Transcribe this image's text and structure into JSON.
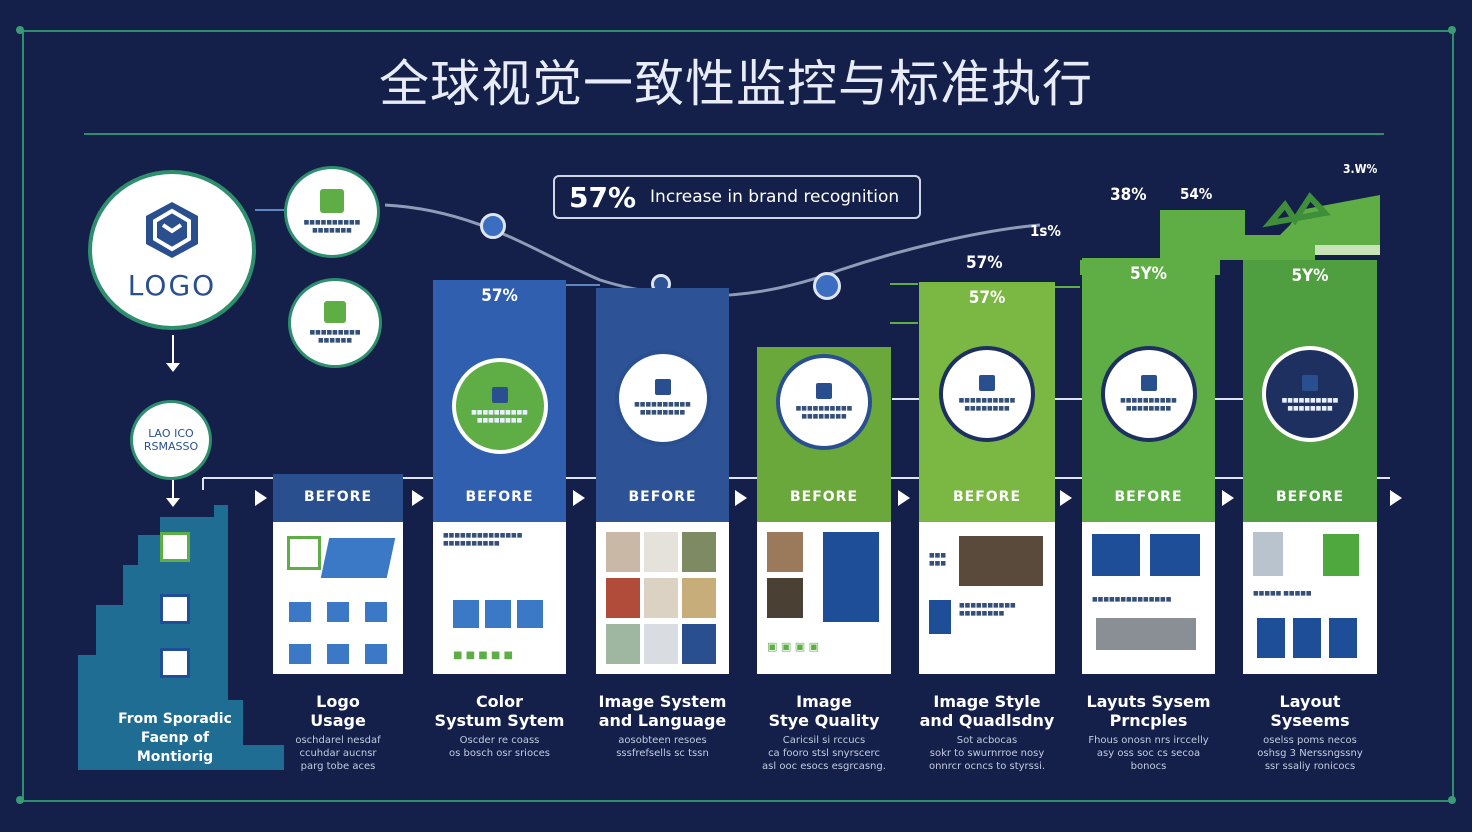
{
  "title": "全球视觉一致性监控与标准执行",
  "callout": {
    "percent": "57%",
    "text": "Increase in brand recognition"
  },
  "logo": {
    "label": "LOGO",
    "small_circle_text": "LАO ICO\nRSMASSO"
  },
  "curve_labels": {
    "top_right": "3.W%",
    "p38": "38%",
    "p54": "54%",
    "p15": "1s%",
    "p57": "57%"
  },
  "start_label": "From Sporadic\nFaenp of\nMontiorig",
  "columns": [
    {
      "before": "BEFORE",
      "percent": "",
      "label": "Logo\nUsage",
      "desc": "oschdarel nesdaf\nccuhdar aucnsr\nparg tobe aces",
      "color": "#2a4f8f"
    },
    {
      "before": "BEFORE",
      "percent": "57%",
      "label": "Color\nSystum Sytem",
      "desc": "Oscder re coass\nos bosch osr srioces",
      "color": "#2f5fae"
    },
    {
      "before": "BEFORE",
      "percent": "",
      "label": "Image System\nand Language",
      "desc": "aosobteen resoes\nsssfrefsells  sc tssn",
      "color": "#2d5296"
    },
    {
      "before": "BEFORE",
      "percent": "",
      "label": "Image\nStye Quality",
      "desc": "Caricsil si rccucs\nca fooro  stsl  snyrscerc\nasl ooc esocs esgrcasng.",
      "color": "#6ba83b"
    },
    {
      "before": "BEFORE",
      "percent": "57%",
      "label": "Image Style\nand Quadlsdny",
      "desc": "Sot acbocas\nsokr to swurnrroe nosy\nonnrcr ocncs  to styrssi.",
      "color": "#7bb743"
    },
    {
      "before": "BEFORE",
      "percent": "5Y%",
      "label": "Layuts Sysem\nPrncples",
      "desc": "Fhous onosn nrs irccelly\nasy oss soc cs  secoa\nbonocs",
      "color": "#5fae45"
    },
    {
      "before": "BEFORE",
      "percent": "5Y%",
      "label": "Layout\nSyseems",
      "desc": "oselss poms necos\noshsg 3  Nerssngssny\nssr ssaliy ronicocs",
      "color": "#4f9e3f"
    }
  ]
}
